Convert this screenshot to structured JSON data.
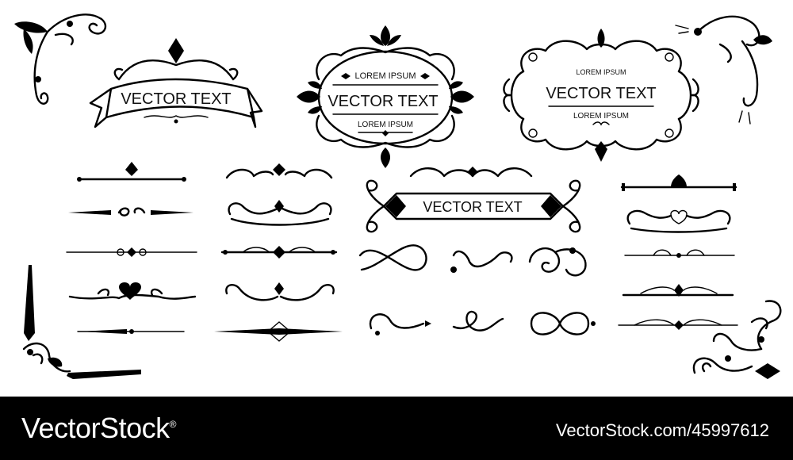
{
  "ornaments": {
    "ribbon_text": "VECTOR TEXT",
    "oval_frame": {
      "title": "VECTOR TEXT",
      "top_line": "LOREM IPSUM",
      "bottom_line": "LOREM IPSUM"
    },
    "scroll_frame": {
      "title": "VECTOR TEXT",
      "top_line": "LOREM IPSUM",
      "bottom_line": "LOREM IPSUM"
    },
    "banner_text": "VECTOR TEXT"
  },
  "footer": {
    "brand": "VectorStock",
    "brand_mark": "®",
    "credit": "VectorStock.com/45997612"
  }
}
